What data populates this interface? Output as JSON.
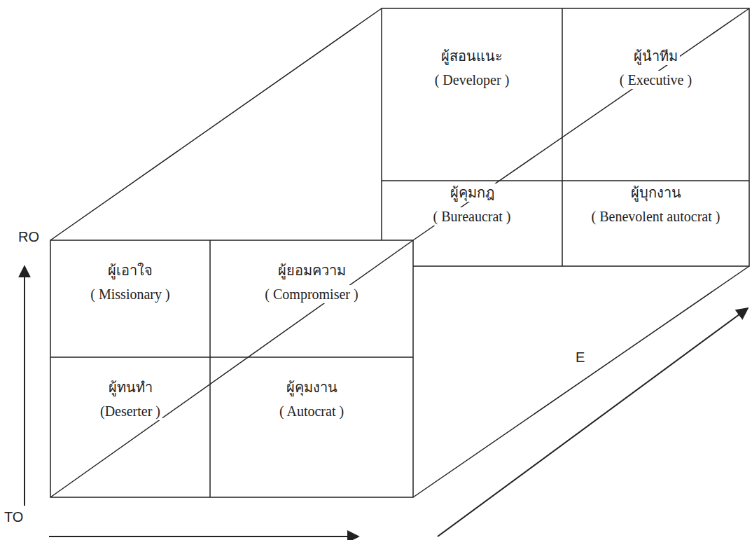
{
  "diagram": {
    "nodes": [
      {
        "text": [
          "ผู้สอนแนะ",
          "( Developer )"
        ]
      },
      {
        "text": [
          "ผู้นำทีม",
          "( Executive )"
        ]
      },
      {
        "text": [
          "ผู้คุมกฎ",
          "( Bureaucrat )"
        ]
      },
      {
        "text": [
          "ผู้บุกงาน",
          "( Benevolent autocrat )"
        ]
      },
      {
        "text": [
          "ผู้เอาใจ",
          "( Missionary )"
        ]
      },
      {
        "text": [
          "ผู้ยอมความ",
          "( Compromiser )"
        ]
      },
      {
        "text": [
          "ผู้ทนทำ",
          "(Deserter )"
        ]
      },
      {
        "text": [
          "ผู้คุมงาน",
          "( Autocrat )"
        ]
      }
    ],
    "labels": [
      "RO",
      "TO",
      "E"
    ]
  }
}
